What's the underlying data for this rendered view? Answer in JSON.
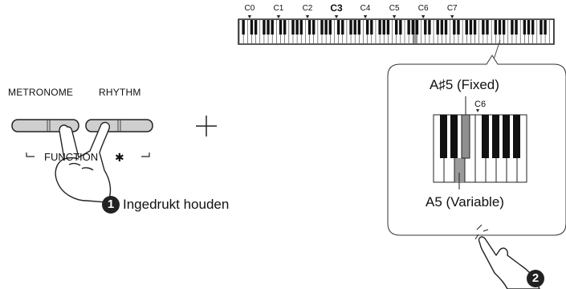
{
  "buttons": {
    "metronome_label": "METRONOME",
    "rhythm_label": "RHYTHM"
  },
  "function_label": "FUNCTION",
  "bluetooth_symbol": "✱",
  "plus_symbol": "+",
  "steps": [
    {
      "number": "1",
      "text": "Ingedrukt houden"
    },
    {
      "number": "2",
      "text": ""
    }
  ],
  "keyboard": {
    "c_labels": [
      "C0",
      "C1",
      "C2",
      "C3",
      "C4",
      "C5",
      "C6",
      "C7"
    ],
    "bold_label": "C3",
    "highlight_color": "#9a9a9a"
  },
  "callout": {
    "fixed_label": "A♯5 (Fixed)",
    "zoom_c_label": "C6",
    "variable_label": "A5 (Variable)"
  }
}
